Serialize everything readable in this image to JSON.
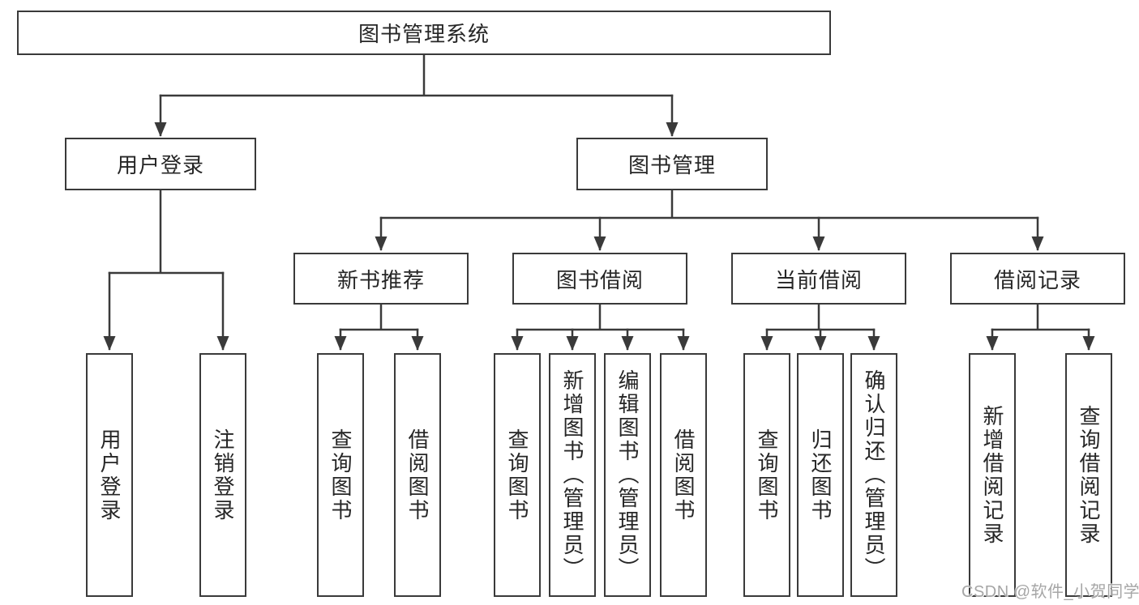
{
  "tree": {
    "root": {
      "label": "图书管理系统"
    },
    "branches": [
      {
        "label": "用户登录",
        "children": [
          {
            "label": "用户登录"
          },
          {
            "label": "注销登录"
          }
        ]
      },
      {
        "label": "图书管理",
        "children": [
          {
            "label": "新书推荐",
            "children": [
              {
                "label": "查询图书"
              },
              {
                "label": "借阅图书"
              }
            ]
          },
          {
            "label": "图书借阅",
            "children": [
              {
                "label": "查询图书"
              },
              {
                "label": "新增图书（管理员）"
              },
              {
                "label": "编辑图书（管理员）"
              },
              {
                "label": "借阅图书"
              }
            ]
          },
          {
            "label": "当前借阅",
            "children": [
              {
                "label": "查询图书"
              },
              {
                "label": "归还图书"
              },
              {
                "label": "确认归还（管理员）"
              }
            ]
          },
          {
            "label": "借阅记录",
            "children": [
              {
                "label": "新增借阅记录"
              },
              {
                "label": "查询借阅记录"
              }
            ]
          }
        ]
      }
    ]
  },
  "watermark": {
    "text": "CSDN @软件_小贺同学"
  },
  "colors": {
    "line": "#3a3a3a",
    "text": "#262626",
    "background": "#ffffff",
    "watermark": "#a6a6a6"
  }
}
